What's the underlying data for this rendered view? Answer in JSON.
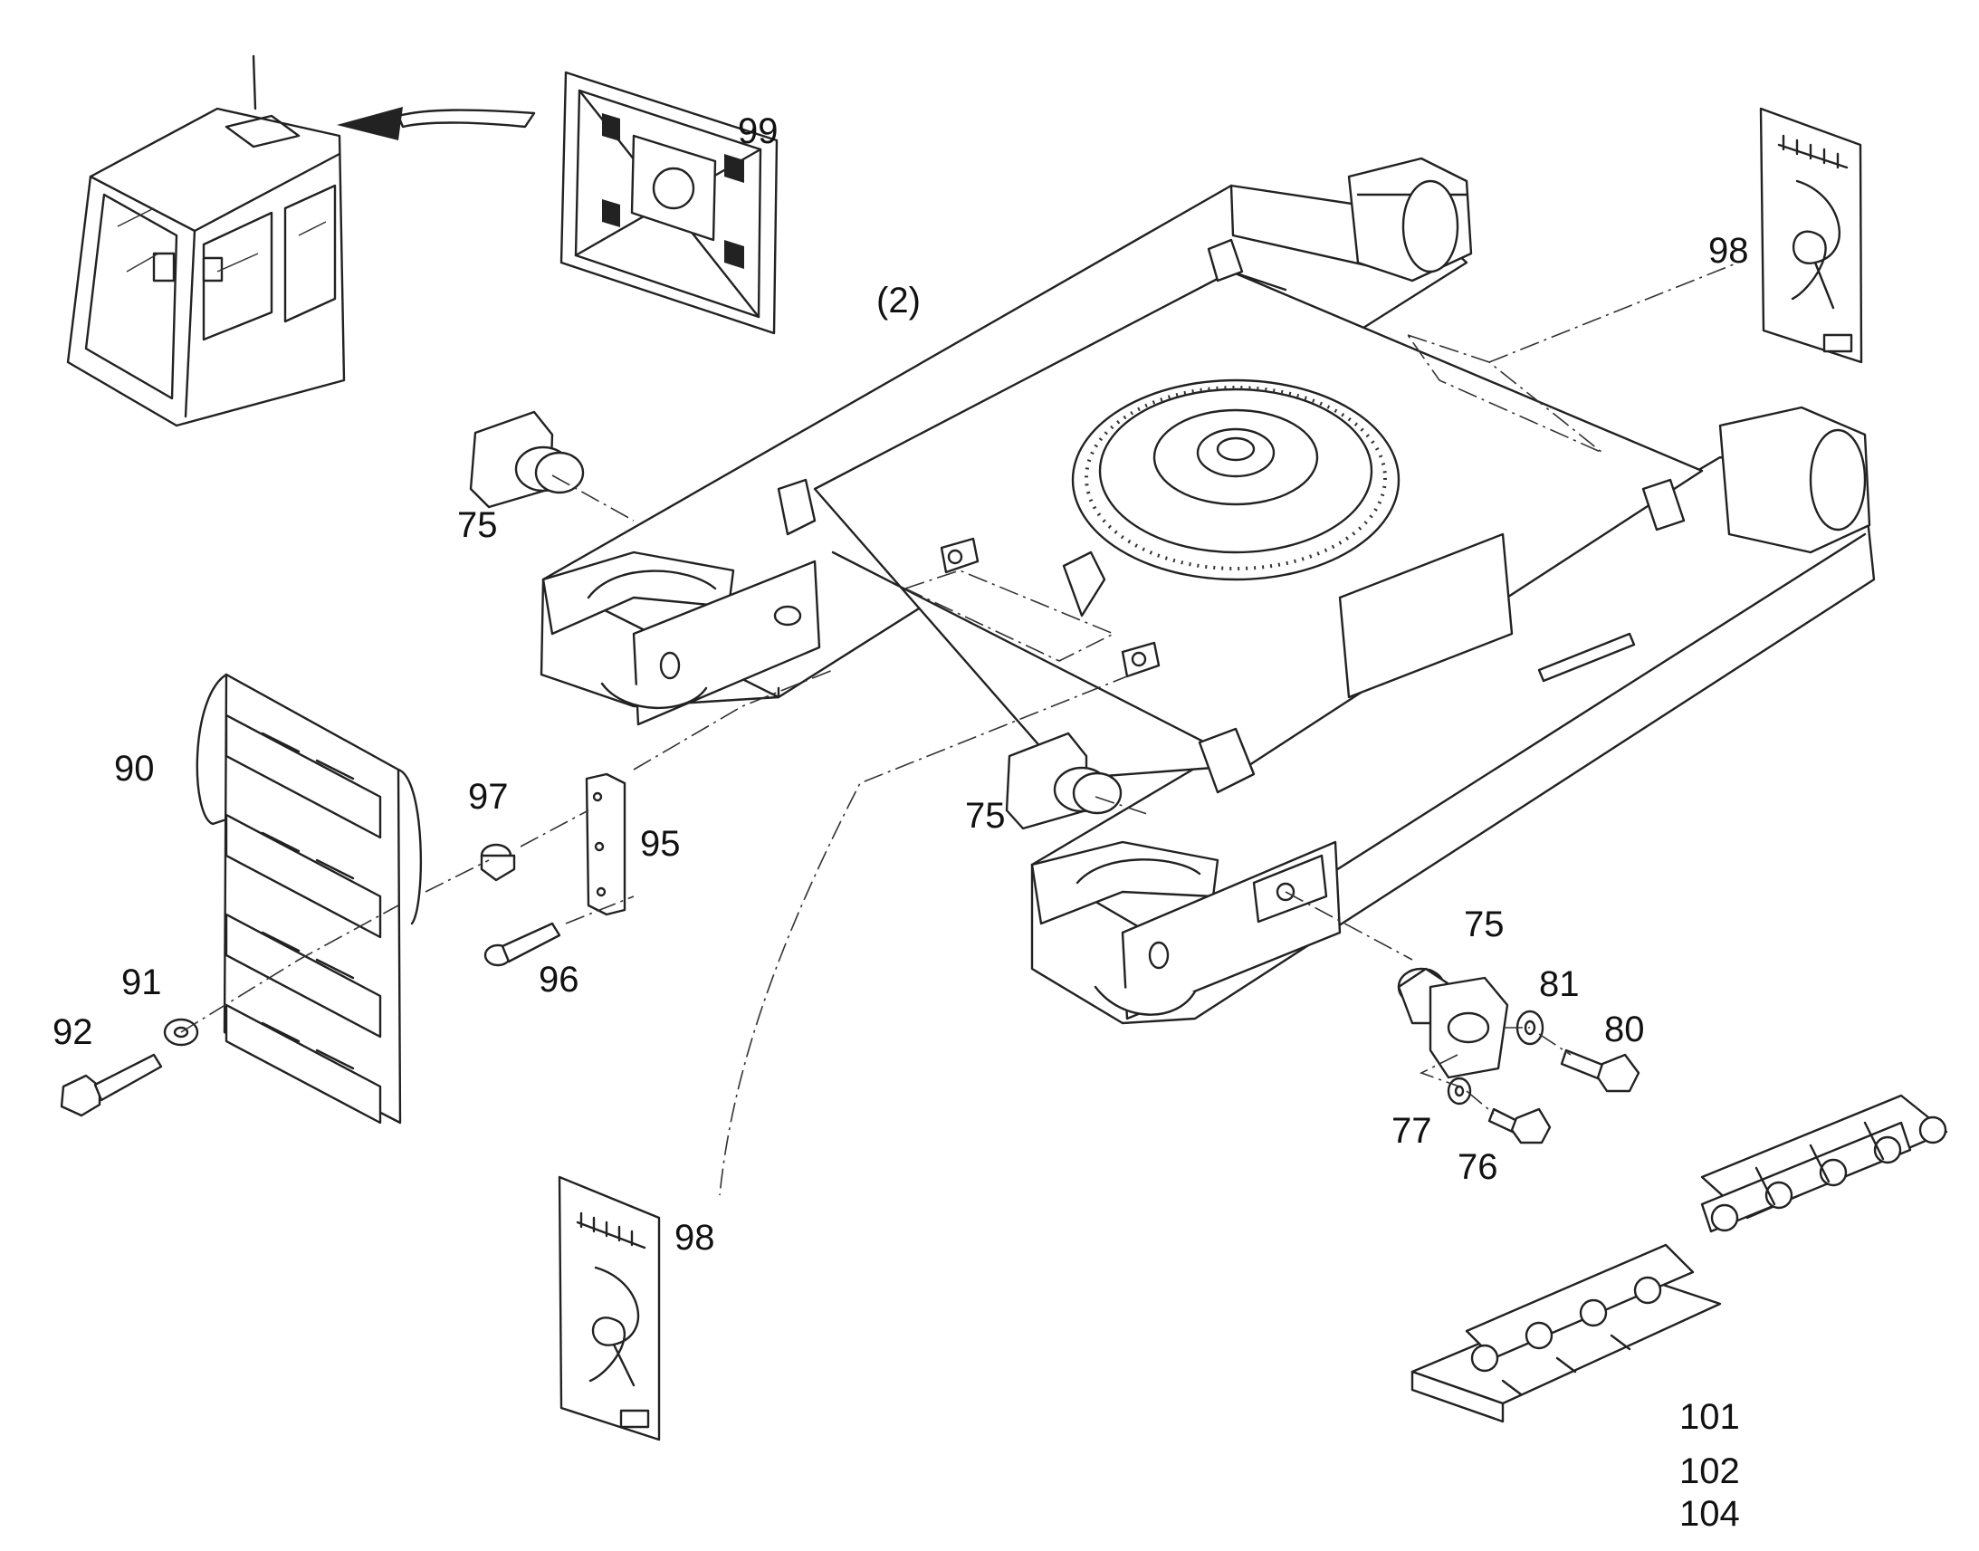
{
  "labels": {
    "p75a": "75",
    "p75b": "75",
    "p75c": "75",
    "p76": "76",
    "p77": "77",
    "p80": "80",
    "p81": "81",
    "p90": "90",
    "p91": "91",
    "p92": "92",
    "p95": "95",
    "p96": "96",
    "p97": "97",
    "p98a": "98",
    "p98b": "98",
    "p99": "99",
    "qty": "(2)",
    "p101": "101",
    "p102": "102",
    "p104": "104"
  },
  "colors": {
    "line": "#222222",
    "background": "#ffffff"
  }
}
